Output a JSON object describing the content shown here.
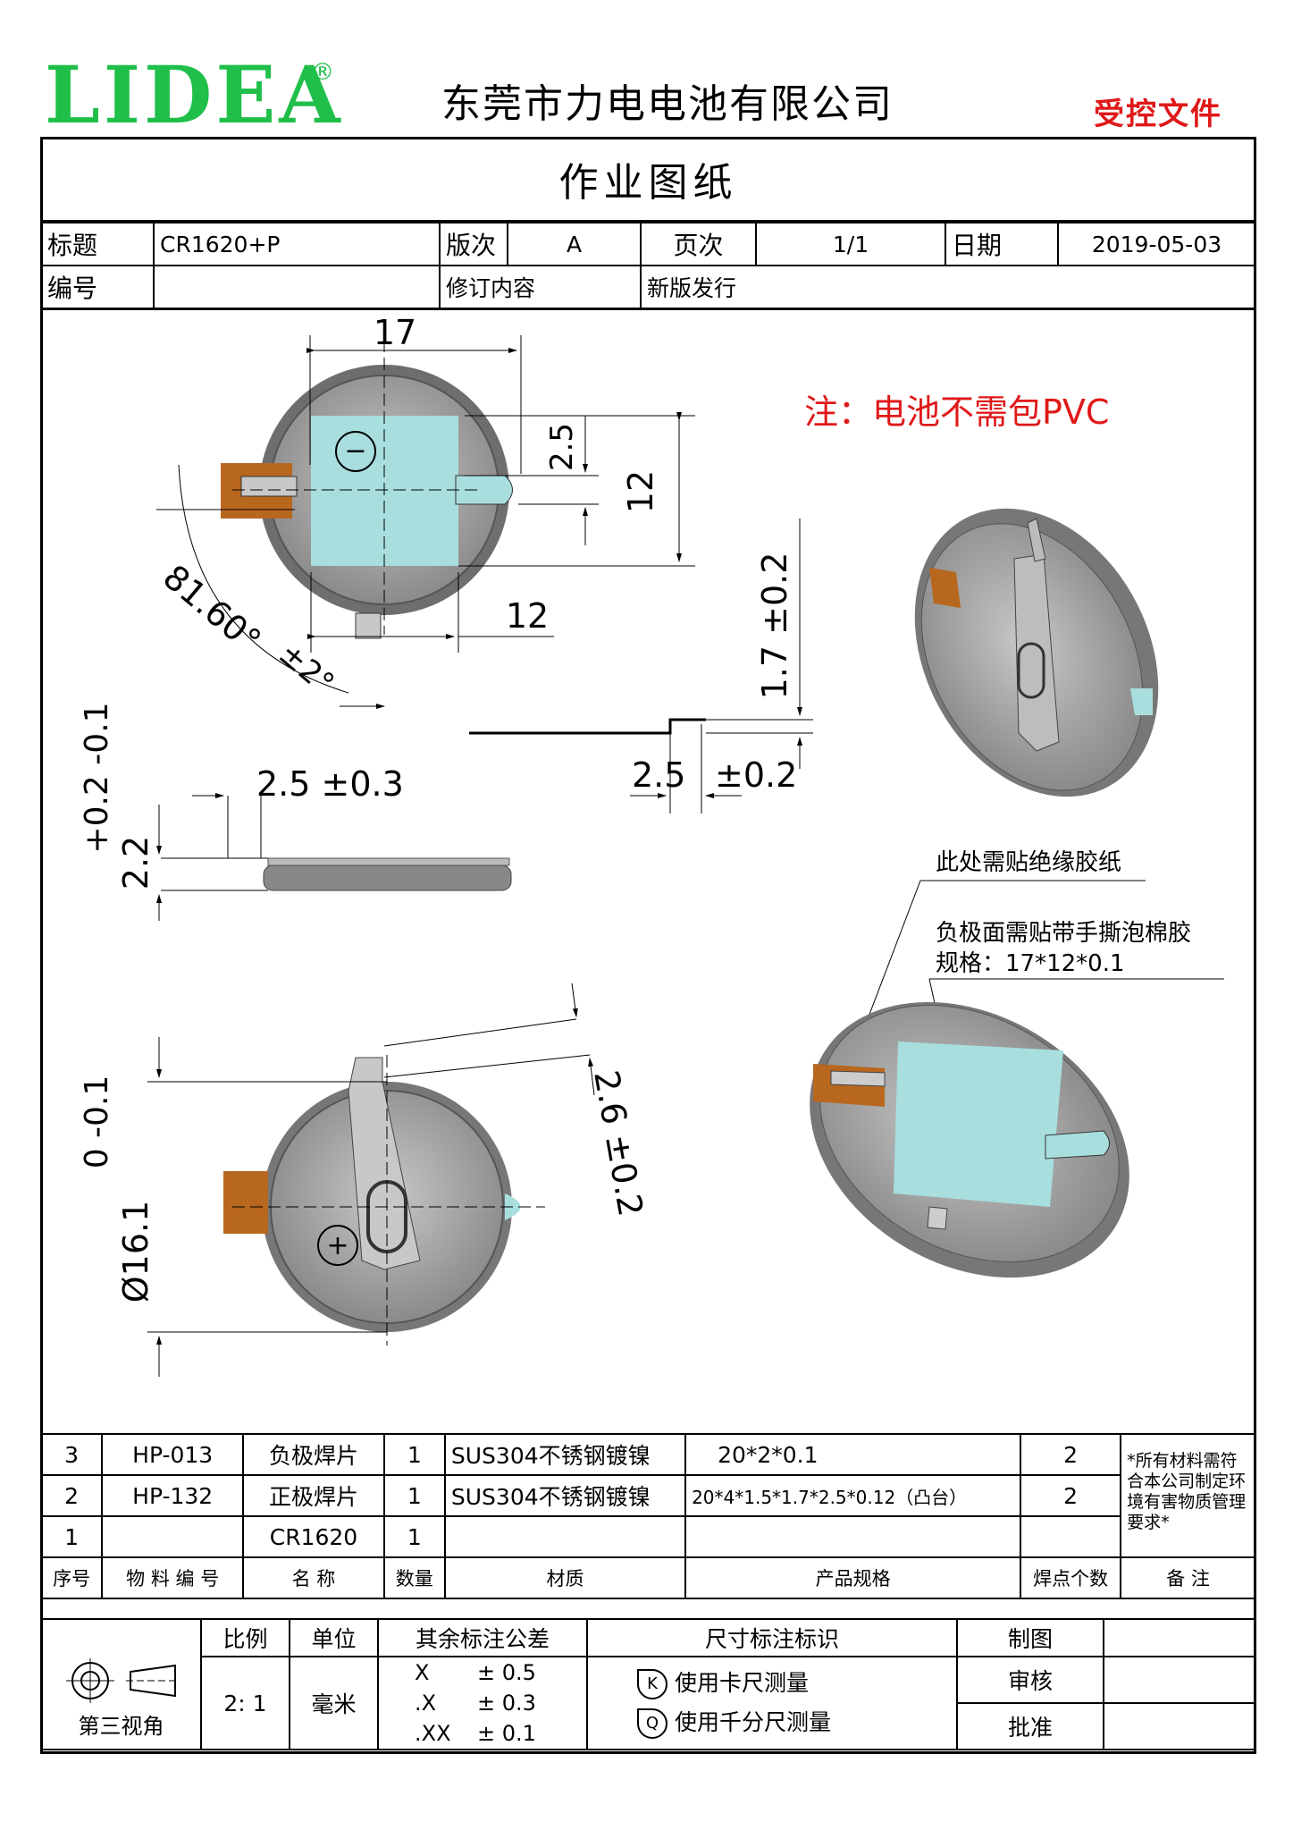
{
  "header": {
    "logo": "LIDEA",
    "logo_reg": "®",
    "company": "东莞市力电电池有限公司",
    "controlled_label": "受控文件",
    "document_title": "作业图纸"
  },
  "info": {
    "title_label": "标题",
    "title_value": "CR1620+P",
    "version_label": "版次",
    "version_value": "A",
    "page_label": "页次",
    "page_value": "1/1",
    "date_label": "日期",
    "date_value": "2019-05-03",
    "number_label": "编号",
    "number_value": "",
    "revision_label": "修订内容",
    "revision_value": "新版发行"
  },
  "drawing": {
    "note_red": "注：电池不需包PVC",
    "callout_insulation": "此处需贴绝缘胶纸",
    "callout_foam": "负极面需贴带手撕泡棉胶",
    "callout_spec": "规格：17*12*0.1",
    "dims": {
      "d17": "17",
      "d2_5_top": "2.5",
      "d12_v": "12",
      "d12_h": "12",
      "angle": "81.60°",
      "angle_tol": "±2°",
      "h1_7": "1.7 ±0.2",
      "w2_5_side": "2.5",
      "w2_5_side_tol": "±0.2",
      "w2_5_left": "2.5 ±0.3",
      "t2_2": "2.2",
      "t2_2_tol": "+0.2 -0.1",
      "d16_1": "Ø16.1",
      "d16_1_tol": "0 -0.1",
      "d2_6": "2.6 ±0.2",
      "minus_sign": "−",
      "plus_sign": "+"
    }
  },
  "bom": {
    "rows": [
      {
        "no": "3",
        "code": "HP-013",
        "name": "负极焊片",
        "qty": "1",
        "material": "SUS304不锈钢镀镍",
        "spec": "20*2*0.1",
        "welds": "2"
      },
      {
        "no": "2",
        "code": "HP-132",
        "name": "正极焊片",
        "qty": "1",
        "material": "SUS304不锈钢镀镍",
        "spec": "20*4*1.5*1.7*2.5*0.12（凸台）",
        "welds": "2"
      },
      {
        "no": "1",
        "code": "",
        "name": "CR1620",
        "qty": "1",
        "material": "",
        "spec": "",
        "welds": ""
      }
    ],
    "remark": "*所有材料需符合本公司制定环境有害物质管理要求*",
    "headers": {
      "no": "序号",
      "code": "物 料 编 号",
      "name": "名    称",
      "qty": "数量",
      "material": "材质",
      "spec": "产品规格",
      "welds": "焊点个数",
      "remark": "备    注"
    }
  },
  "footer": {
    "projection": "第三视角",
    "scale_label": "比例",
    "scale_value": "2: 1",
    "unit_label": "单位",
    "unit_value": "毫米",
    "tolerance_label": "其余标注公差",
    "tol_rows": [
      {
        "k": "X",
        "v": "± 0.5"
      },
      {
        "k": ".X",
        "v": "± 0.3"
      },
      {
        "k": ".XX",
        "v": "± 0.1"
      }
    ],
    "marking_label": "尺寸标注标识",
    "marking_k_symbol": "K",
    "marking_k": "使用卡尺测量",
    "marking_q_symbol": "Q",
    "marking_q": "使用千分尺测量",
    "drawn_label": "制图",
    "review_label": "审核",
    "approve_label": "批准"
  },
  "colors": {
    "logo": "#1fbf4a",
    "red": "#e01818",
    "cyan": "#a8dede",
    "tab": "#b8671e",
    "metal": "#9a9a9a"
  }
}
